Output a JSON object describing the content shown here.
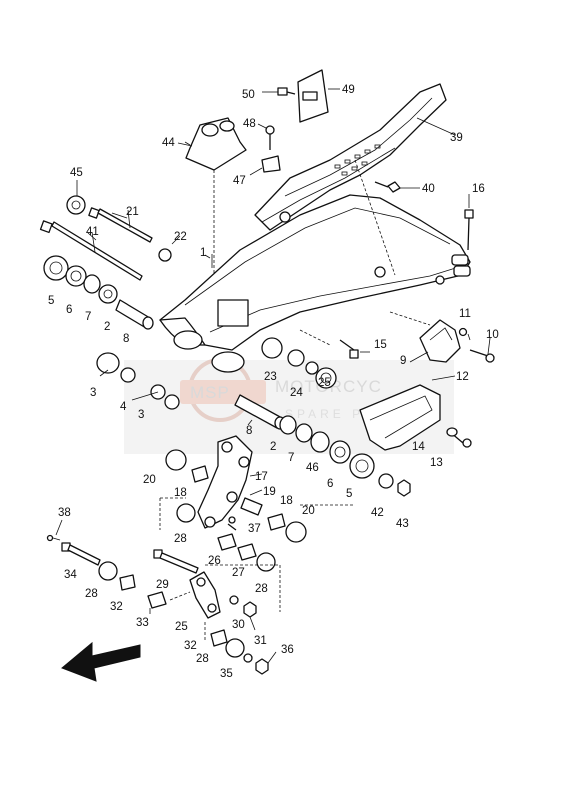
{
  "diagram": {
    "watermark": {
      "main": "MOTORCYC",
      "sub": "SPARE PA",
      "badge": "MSP"
    },
    "parts": [
      {
        "id": "50",
        "label": "50"
      },
      {
        "id": "49",
        "label": "49"
      },
      {
        "id": "48",
        "label": "48"
      },
      {
        "id": "44",
        "label": "44"
      },
      {
        "id": "39",
        "label": "39"
      },
      {
        "id": "47",
        "label": "47"
      },
      {
        "id": "40",
        "label": "40"
      },
      {
        "id": "45",
        "label": "45"
      },
      {
        "id": "16",
        "label": "16"
      },
      {
        "id": "21",
        "label": "21"
      },
      {
        "id": "22",
        "label": "22"
      },
      {
        "id": "41",
        "label": "41"
      },
      {
        "id": "1",
        "label": "1"
      },
      {
        "id": "5a",
        "label": "5"
      },
      {
        "id": "6a",
        "label": "6"
      },
      {
        "id": "7a",
        "label": "7"
      },
      {
        "id": "2a",
        "label": "2"
      },
      {
        "id": "8a",
        "label": "8"
      },
      {
        "id": "11",
        "label": "11"
      },
      {
        "id": "10",
        "label": "10"
      },
      {
        "id": "15",
        "label": "15"
      },
      {
        "id": "9",
        "label": "9"
      },
      {
        "id": "23",
        "label": "23"
      },
      {
        "id": "24",
        "label": "24"
      },
      {
        "id": "25a",
        "label": "25"
      },
      {
        "id": "3a",
        "label": "3"
      },
      {
        "id": "4",
        "label": "4"
      },
      {
        "id": "12",
        "label": "12"
      },
      {
        "id": "3b",
        "label": "3"
      },
      {
        "id": "8b",
        "label": "8"
      },
      {
        "id": "14",
        "label": "14"
      },
      {
        "id": "2b",
        "label": "2"
      },
      {
        "id": "7b",
        "label": "7"
      },
      {
        "id": "13",
        "label": "13"
      },
      {
        "id": "46",
        "label": "46"
      },
      {
        "id": "6b",
        "label": "6"
      },
      {
        "id": "20a",
        "label": "20"
      },
      {
        "id": "17",
        "label": "17"
      },
      {
        "id": "5b",
        "label": "5"
      },
      {
        "id": "18a",
        "label": "18"
      },
      {
        "id": "19",
        "label": "19"
      },
      {
        "id": "42",
        "label": "42"
      },
      {
        "id": "43",
        "label": "43"
      },
      {
        "id": "18b",
        "label": "18"
      },
      {
        "id": "20b",
        "label": "20"
      },
      {
        "id": "38",
        "label": "38"
      },
      {
        "id": "28a",
        "label": "28"
      },
      {
        "id": "37",
        "label": "37"
      },
      {
        "id": "26",
        "label": "26"
      },
      {
        "id": "34",
        "label": "34"
      },
      {
        "id": "27",
        "label": "27"
      },
      {
        "id": "28b",
        "label": "28"
      },
      {
        "id": "29",
        "label": "29"
      },
      {
        "id": "28c",
        "label": "28"
      },
      {
        "id": "32a",
        "label": "32"
      },
      {
        "id": "33",
        "label": "33"
      },
      {
        "id": "25b",
        "label": "25"
      },
      {
        "id": "30",
        "label": "30"
      },
      {
        "id": "31",
        "label": "31"
      },
      {
        "id": "32b",
        "label": "32"
      },
      {
        "id": "28d",
        "label": "28"
      },
      {
        "id": "36",
        "label": "36"
      },
      {
        "id": "35",
        "label": "35"
      }
    ]
  }
}
